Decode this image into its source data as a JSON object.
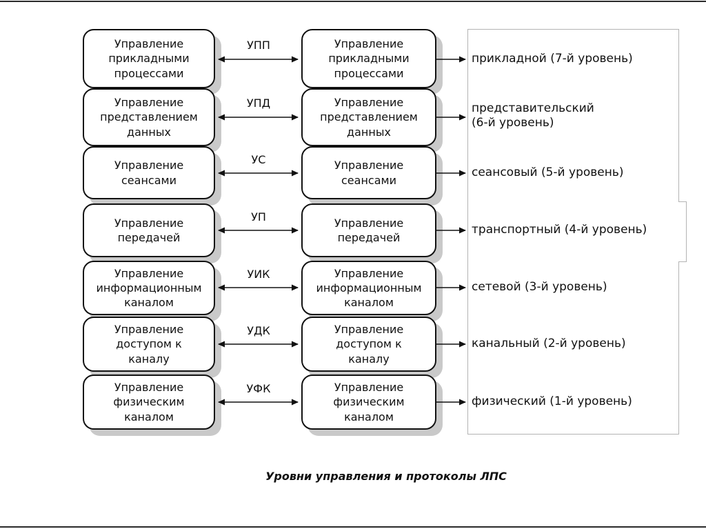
{
  "diagram": {
    "caption": "Уровни управления и протоколы ЛПС",
    "rows": [
      {
        "left": "Управление\nприкладными\nпроцессами",
        "protocol": "УПП",
        "right": "Управление\nприкладными\nпроцессами",
        "level": "прикладной (7-й уровень)"
      },
      {
        "left": "Управление\nпредставлением\nданных",
        "protocol": "УПД",
        "right": "Управление\nпредставлением\nданных",
        "level": "представительский\n (6-й уровень)"
      },
      {
        "left": "Управление\nсеансами",
        "protocol": "УС",
        "right": "Управление\nсеансами",
        "level": "сеансовый (5-й уровень)"
      },
      {
        "left": "Управление\nпередачей",
        "protocol": "УП",
        "right": "Управление\nпередачей",
        "level": "транспортный (4-й уровень)"
      },
      {
        "left": "Управление\nинформационным\nканалом",
        "protocol": "УИК",
        "right": "Управление\nинформационным\nканалом",
        "level": "сетевой (3-й уровень)"
      },
      {
        "left": "Управление\nдоступом к\nканалу",
        "protocol": "УДК",
        "right": "Управление\nдоступом к\nканалу",
        "level": "канальный (2-й уровень)"
      },
      {
        "left": "Управление\nфизическим\nканалом",
        "protocol": "УФК",
        "right": "Управление\nфизическим\nканалом",
        "level": "физический (1-й уровень)"
      }
    ],
    "colors": {
      "box_border": "#111111",
      "box_shadow": "#c9c9c9",
      "frame_border": "#b3b3b3",
      "text": "#111111",
      "background": "#ffffff"
    }
  }
}
